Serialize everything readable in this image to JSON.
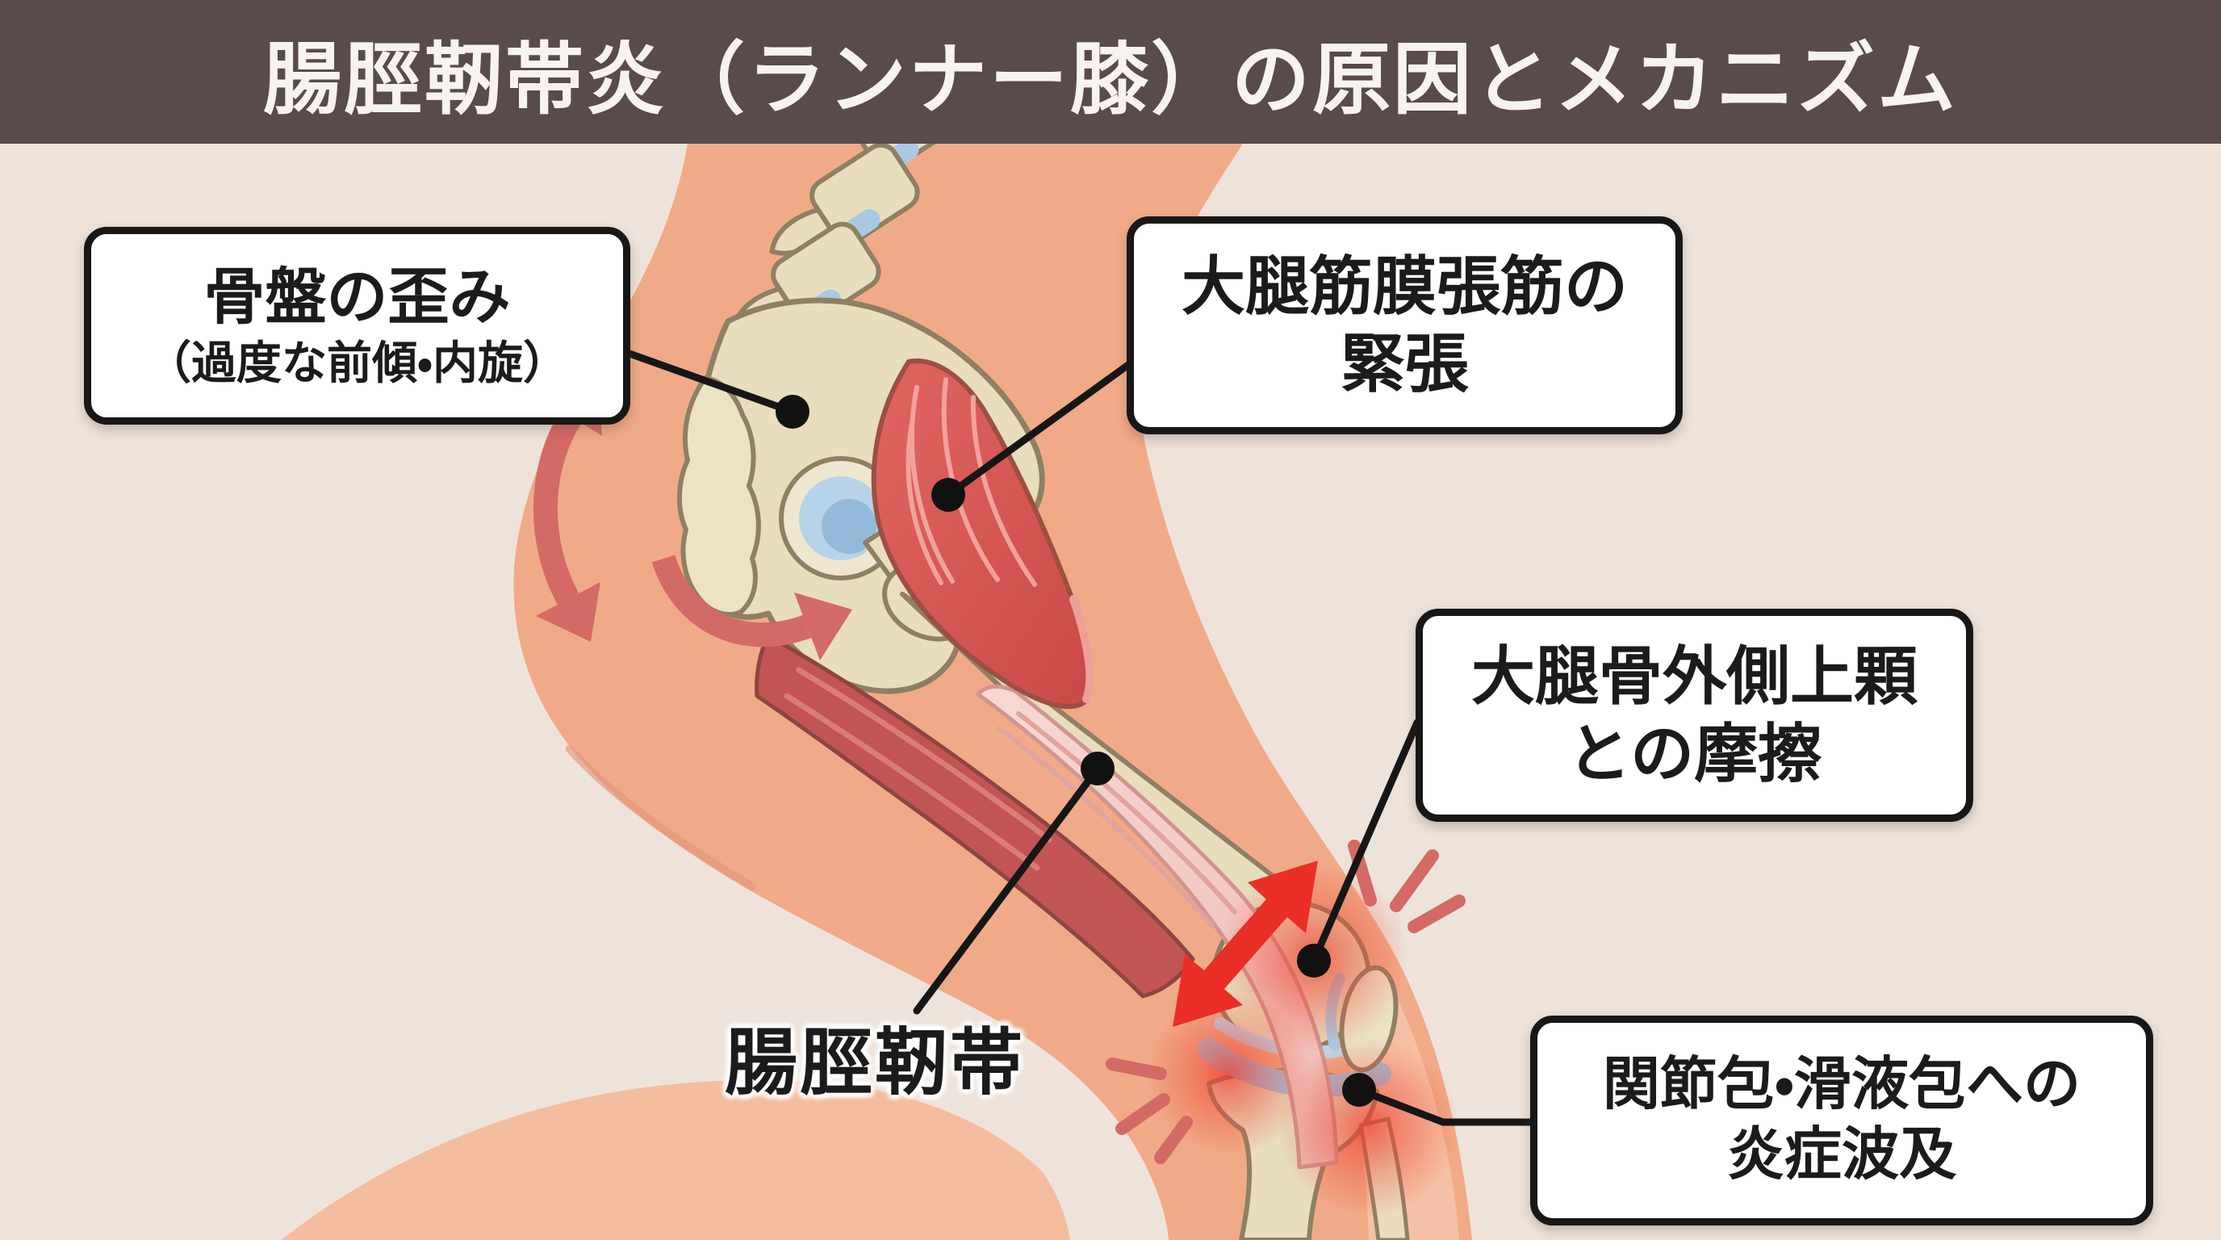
{
  "title": "腸脛靭帯炎（ランナー膝）の原因とメカニズム",
  "callouts": {
    "pelvis_distortion": {
      "line1": "骨盤の歪み",
      "line2": "（過度な前傾・内旋）"
    },
    "tfl_tension": {
      "line1": "大腿筋膜張筋の",
      "line2": "緊張"
    },
    "epicondyle_friction": {
      "line1": "大腿骨外側上顆",
      "line2": "との摩擦"
    },
    "capsule_inflammation": {
      "line1": "関節包・滑液包への",
      "line2": "炎症波及"
    },
    "itb_label": "腸脛靭帯"
  },
  "colors": {
    "title_bar_bg": "#594a4c",
    "title_text": "#f7f3f0",
    "background": "#eee3da",
    "skin": "#f1aa88",
    "skin_far_leg": "#f5bda0",
    "bone": "#e8ddbd",
    "bone_outline": "#8f7f63",
    "cartilage_blue": "#a9c9e2",
    "muscle_red": "#d85a5a",
    "muscle_dark_red": "#c25454",
    "itb_pink": "#f4cfca",
    "inflammation_red": "#ee3b2e",
    "arrow_bright_red": "#e92f28",
    "arrow_muted_red": "#d46a66",
    "callout_bg": "#ffffff",
    "callout_border": "#171717",
    "connector_black": "#161616"
  }
}
